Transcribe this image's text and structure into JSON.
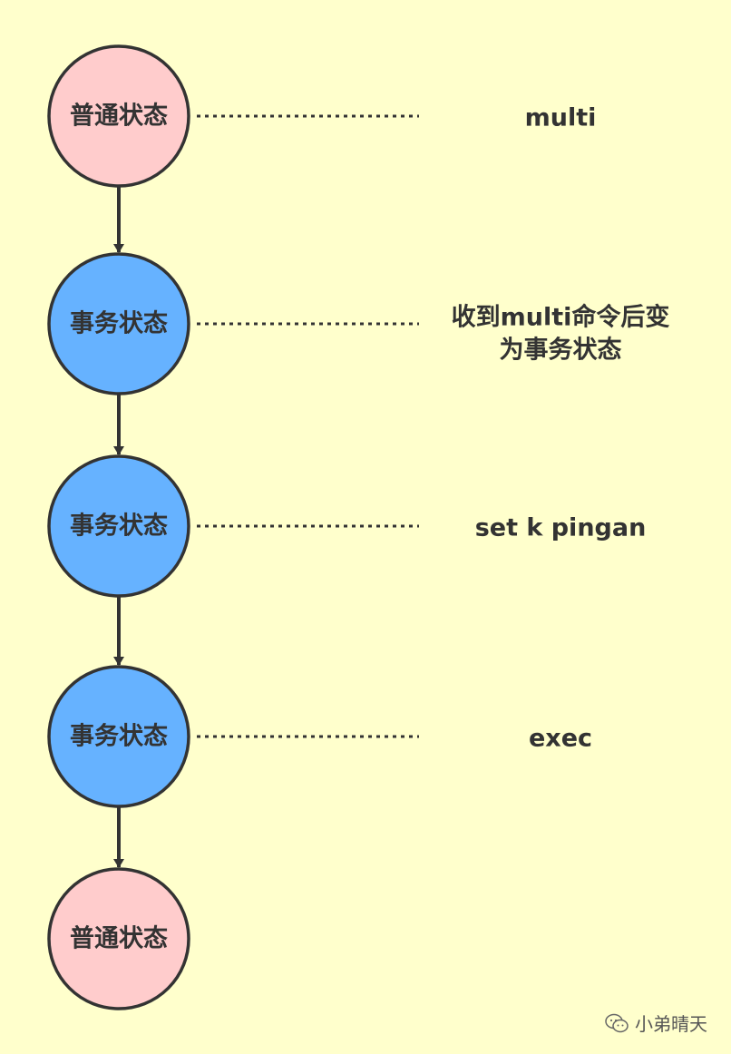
{
  "colors": {
    "background": "#FFFFCC",
    "normal_state_fill": "#FFCCCC",
    "transaction_state_fill": "#66B2FF",
    "stroke": "#333333",
    "text": "#333333"
  },
  "states": [
    {
      "label": "普通状态",
      "kind": "normal"
    },
    {
      "label": "事务状态",
      "kind": "transaction"
    },
    {
      "label": "事务状态",
      "kind": "transaction"
    },
    {
      "label": "事务状态",
      "kind": "transaction"
    },
    {
      "label": "普通状态",
      "kind": "normal"
    }
  ],
  "annotations": [
    {
      "state_index": 0,
      "lines": [
        "multi"
      ]
    },
    {
      "state_index": 1,
      "lines": [
        "收到multi命令后变",
        "为事务状态"
      ]
    },
    {
      "state_index": 2,
      "lines": [
        "set k pingan"
      ]
    },
    {
      "state_index": 3,
      "lines": [
        "exec"
      ]
    }
  ],
  "watermark": {
    "text": "小弟晴天",
    "icon": "wechat-icon"
  }
}
